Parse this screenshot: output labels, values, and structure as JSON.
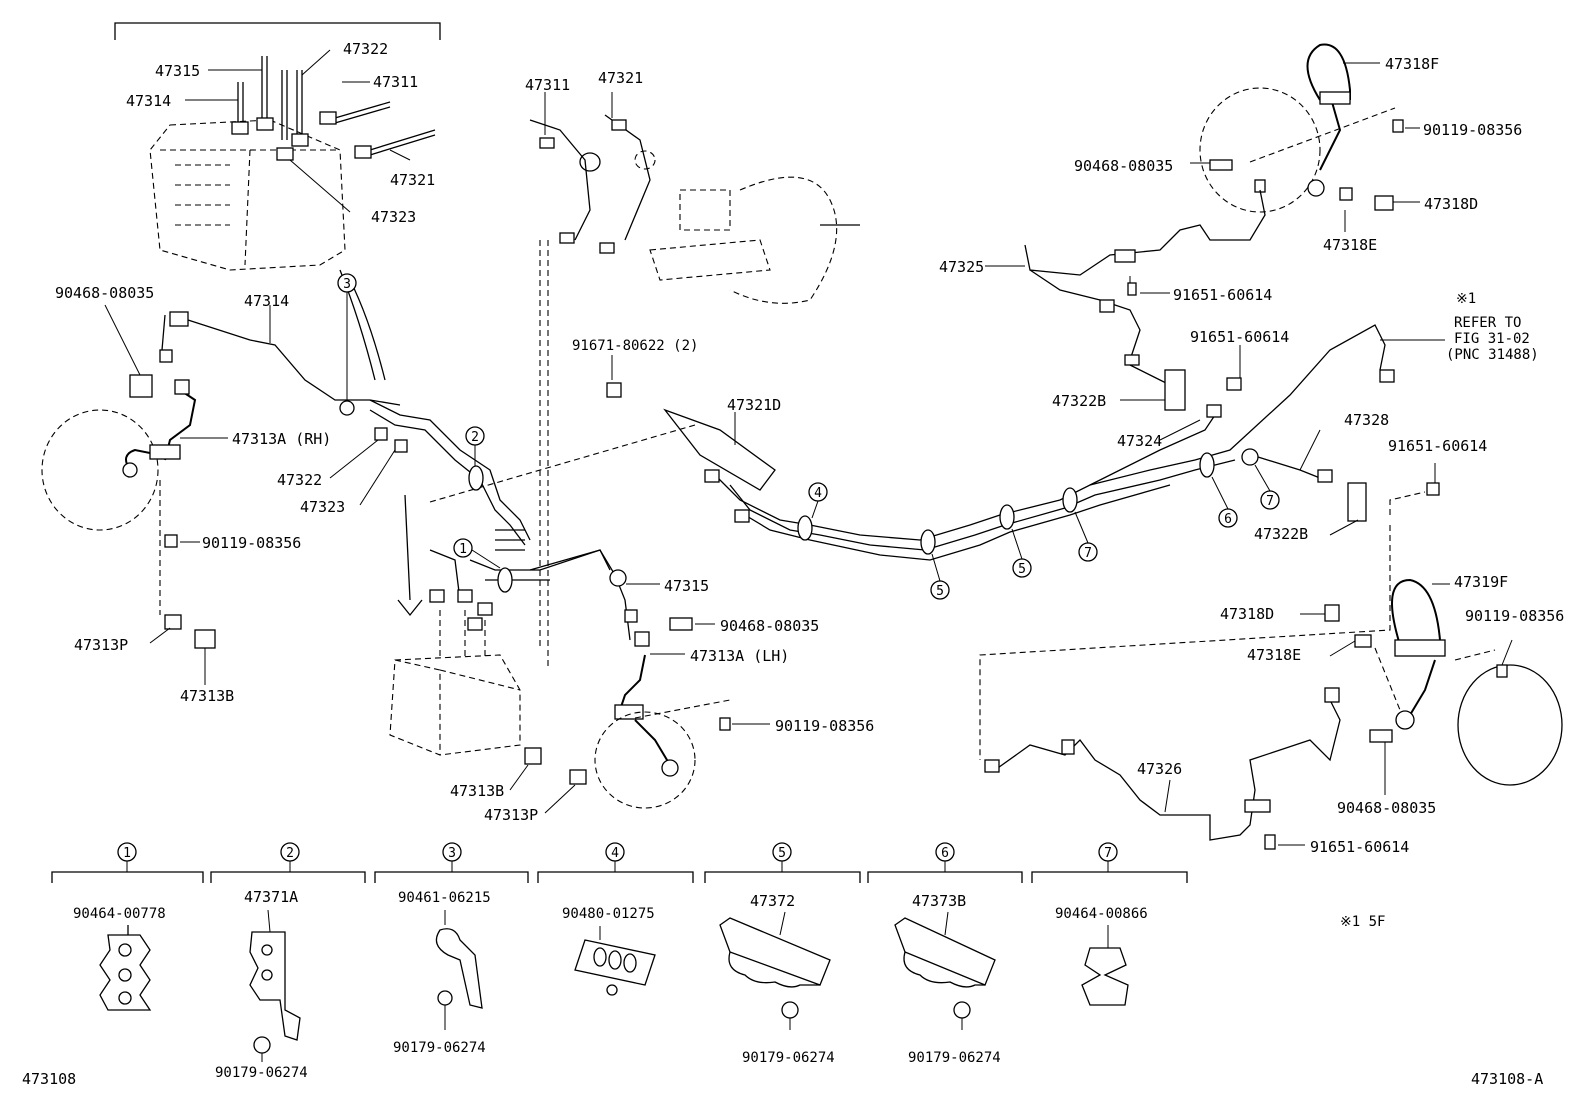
{
  "labels": {
    "p47315a": "47315",
    "p47322a": "47322",
    "p47311a": "47311",
    "p47314a": "47314",
    "p47321a": "47321",
    "p47323a": "47323",
    "p47311b": "47311",
    "p47321b": "47321",
    "p47318F": "47318F",
    "p90119_top": "90119-08356",
    "p90468_top": "90468-08035",
    "p47318D_top": "47318D",
    "p47318E_top": "47318E",
    "p47325": "47325",
    "p91651_a": "91651-60614",
    "note_mark_1": "※1",
    "refer_1": "REFER TO",
    "refer_2": "FIG 31-02",
    "refer_3": "(PNC 31488)",
    "p90468_left": "90468-08035",
    "p47314b": "47314",
    "p91651_b": "91651-60614",
    "p91671": "91671-80622 (2)",
    "p47322B_a": "47322B",
    "p47321D": "47321D",
    "p47324": "47324",
    "p47328": "47328",
    "p91651_c": "91651-60614",
    "p47313A_RH": "47313A (RH)",
    "p47322b": "47322",
    "p47323b": "47323",
    "p47322B_b": "47322B",
    "p90119_left": "90119-08356",
    "p47315b": "47315",
    "p47319F": "47319F",
    "p47318D_low": "47318D",
    "p90119_right": "90119-08356",
    "p90468_mid": "90468-08035",
    "p47318E_low": "47318E",
    "p47313A_LH": "47313A (LH)",
    "p47313P_left": "47313P",
    "p47313B_left": "47313B",
    "p90119_mid": "90119-08356",
    "p47326": "47326",
    "p90468_right": "90468-08035",
    "p47313B_mid": "47313B",
    "p47313P_mid": "47313P",
    "p91651_d": "91651-60614",
    "k1_part": "90464-00778",
    "k2_part": "47371A",
    "k3_part": "90461-06215",
    "k4_part": "90480-01275",
    "k5_part": "47372",
    "k6_part": "47373B",
    "k7_part": "90464-00866",
    "k2_bolt": "90179-06274",
    "k3_bolt": "90179-06274",
    "k5_bolt": "90179-06274",
    "k6_bolt": "90179-06274",
    "note_5F": "※1 5F",
    "code_left": "473108",
    "code_right": "473108-A"
  },
  "callout_numbers": [
    "1",
    "2",
    "3",
    "4",
    "5",
    "6",
    "7"
  ]
}
